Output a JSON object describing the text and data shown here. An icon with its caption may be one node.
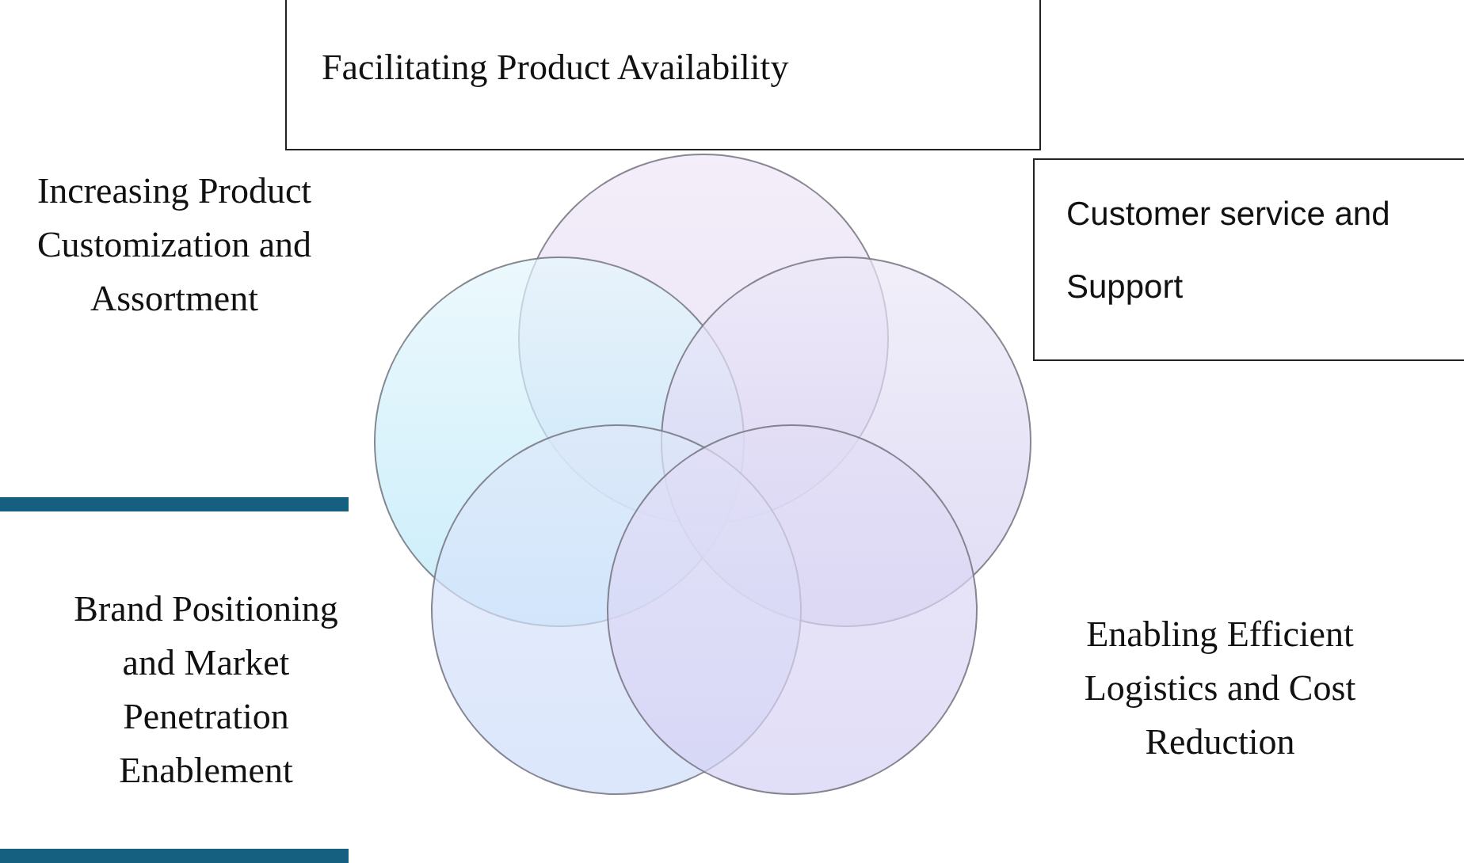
{
  "diagram": {
    "nodes": [
      {
        "text": [
          "Facilitating Product Availability"
        ]
      },
      {
        "text": [
          "Customer service and Support"
        ]
      },
      {
        "text": [],
        "shape": "circle"
      },
      {
        "text": [],
        "shape": "circle"
      },
      {
        "text": [],
        "shape": "circle"
      },
      {
        "text": [],
        "shape": "circle"
      },
      {
        "text": [],
        "shape": "circle"
      }
    ],
    "edges": [],
    "labels": [
      "Increasing Product Customization and Assortment",
      "Brand Positioning and Market Penetration Enablement",
      "Enabling Efficient Logistics and Cost Reduction"
    ]
  }
}
